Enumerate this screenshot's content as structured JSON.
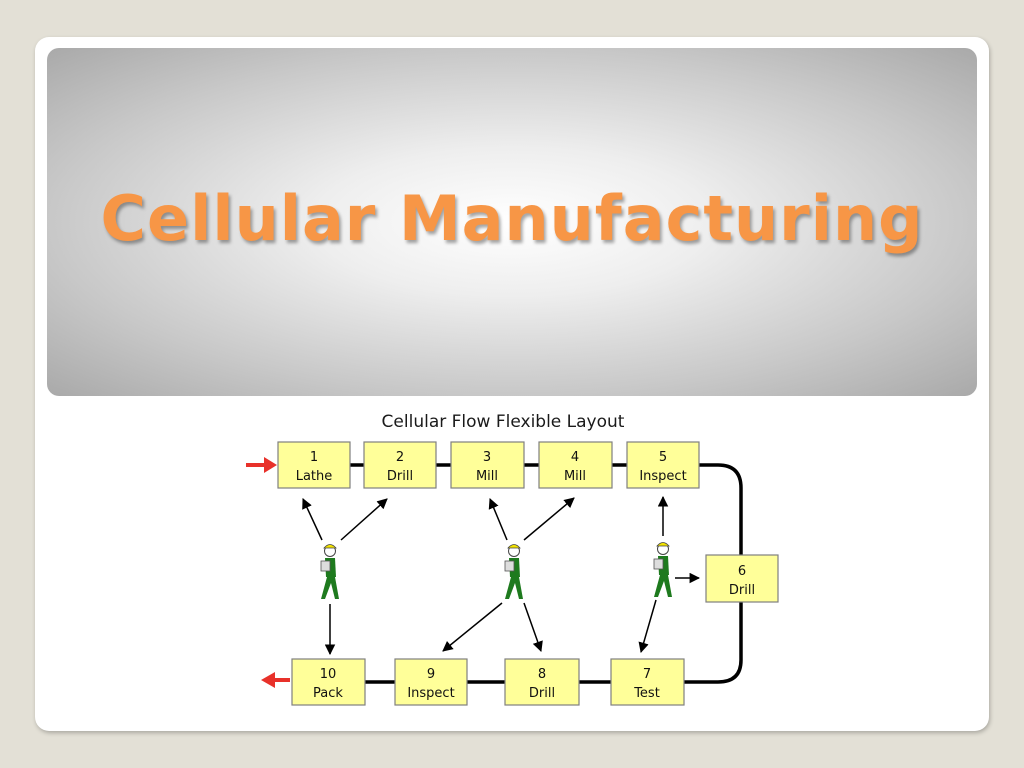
{
  "slide": {
    "title": "Cellular Manufacturing"
  },
  "diagram": {
    "title": "Cellular Flow Flexible Layout",
    "stations": [
      {
        "num": "1",
        "label": "Lathe"
      },
      {
        "num": "2",
        "label": "Drill"
      },
      {
        "num": "3",
        "label": "Mill"
      },
      {
        "num": "4",
        "label": "Mill"
      },
      {
        "num": "5",
        "label": "Inspect"
      },
      {
        "num": "6",
        "label": "Drill"
      },
      {
        "num": "7",
        "label": "Test"
      },
      {
        "num": "8",
        "label": "Drill"
      },
      {
        "num": "9",
        "label": "Inspect"
      },
      {
        "num": "10",
        "label": "Pack"
      }
    ],
    "colors": {
      "box_fill": "#ffff99",
      "flow_line": "#000000",
      "entry_exit_arrow": "#e8312a",
      "worker_body": "#1e7a1e",
      "worker_helmet": "#f2e200",
      "title_text": "#f79646"
    },
    "icons": [
      "worker-icon",
      "entry-arrow-icon",
      "exit-arrow-icon"
    ]
  }
}
